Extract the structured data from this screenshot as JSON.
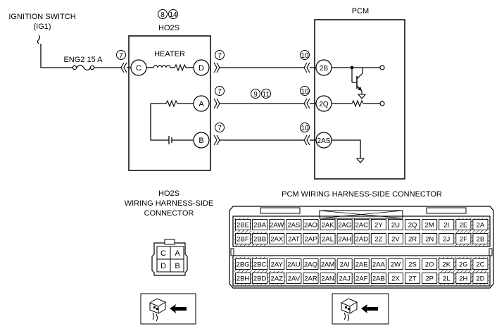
{
  "ignition_switch": {
    "line1": "IGNITION SWITCH",
    "line2": "(IG1)"
  },
  "fuse": {
    "label": "ENG2 15 A"
  },
  "ho2s": {
    "title": "HO2S",
    "refs": [
      "8",
      "14"
    ],
    "heater_label": "HEATER",
    "terminals": {
      "C": "C",
      "D": "D",
      "A": "A",
      "B": "B"
    }
  },
  "pcm": {
    "title": "PCM",
    "terminals": [
      "2B",
      "2Q",
      "2AS"
    ]
  },
  "wire_refs": {
    "c_left": "7",
    "d_right": "7",
    "a_right": "7",
    "b_right": "7",
    "pcm_2b": "10",
    "pcm_2q": "10",
    "pcm_2as": "10",
    "mid_a": [
      "9",
      "11"
    ]
  },
  "ho2s_connector": {
    "title_lines": [
      "HO2S",
      "WIRING HARNESS-SIDE",
      "CONNECTOR"
    ],
    "cavities": [
      [
        "C",
        "A"
      ],
      [
        "D",
        "B"
      ]
    ]
  },
  "pcm_connector": {
    "title": "PCM WIRING HARNESS-SIDE CONNECTOR",
    "upper_row1": [
      "2BE",
      "2BA",
      "2AW",
      "2AS",
      "2AO",
      "2AK",
      "2AG",
      "2AC",
      "2Y",
      "2U",
      "2Q",
      "2M",
      "2I",
      "2E",
      "2A"
    ],
    "upper_row2": [
      "2BF",
      "2BB",
      "2AX",
      "2AT",
      "2AP",
      "2AL",
      "2AH",
      "2AD",
      "2Z",
      "2V",
      "2R",
      "2N",
      "2J",
      "2F",
      "2B"
    ],
    "lower_row1": [
      "2BG",
      "2BC",
      "2AY",
      "2AU",
      "2AQ",
      "2AM",
      "2AI",
      "2AE",
      "2AA",
      "2W",
      "2S",
      "2O",
      "2K",
      "2G",
      "2C"
    ],
    "lower_row2": [
      "2BH",
      "2BD",
      "2AZ",
      "2AV",
      "2AR",
      "2AN",
      "2AJ",
      "2AF",
      "2AB",
      "2X",
      "2T",
      "2P",
      "2L",
      "2H",
      "2D"
    ]
  }
}
